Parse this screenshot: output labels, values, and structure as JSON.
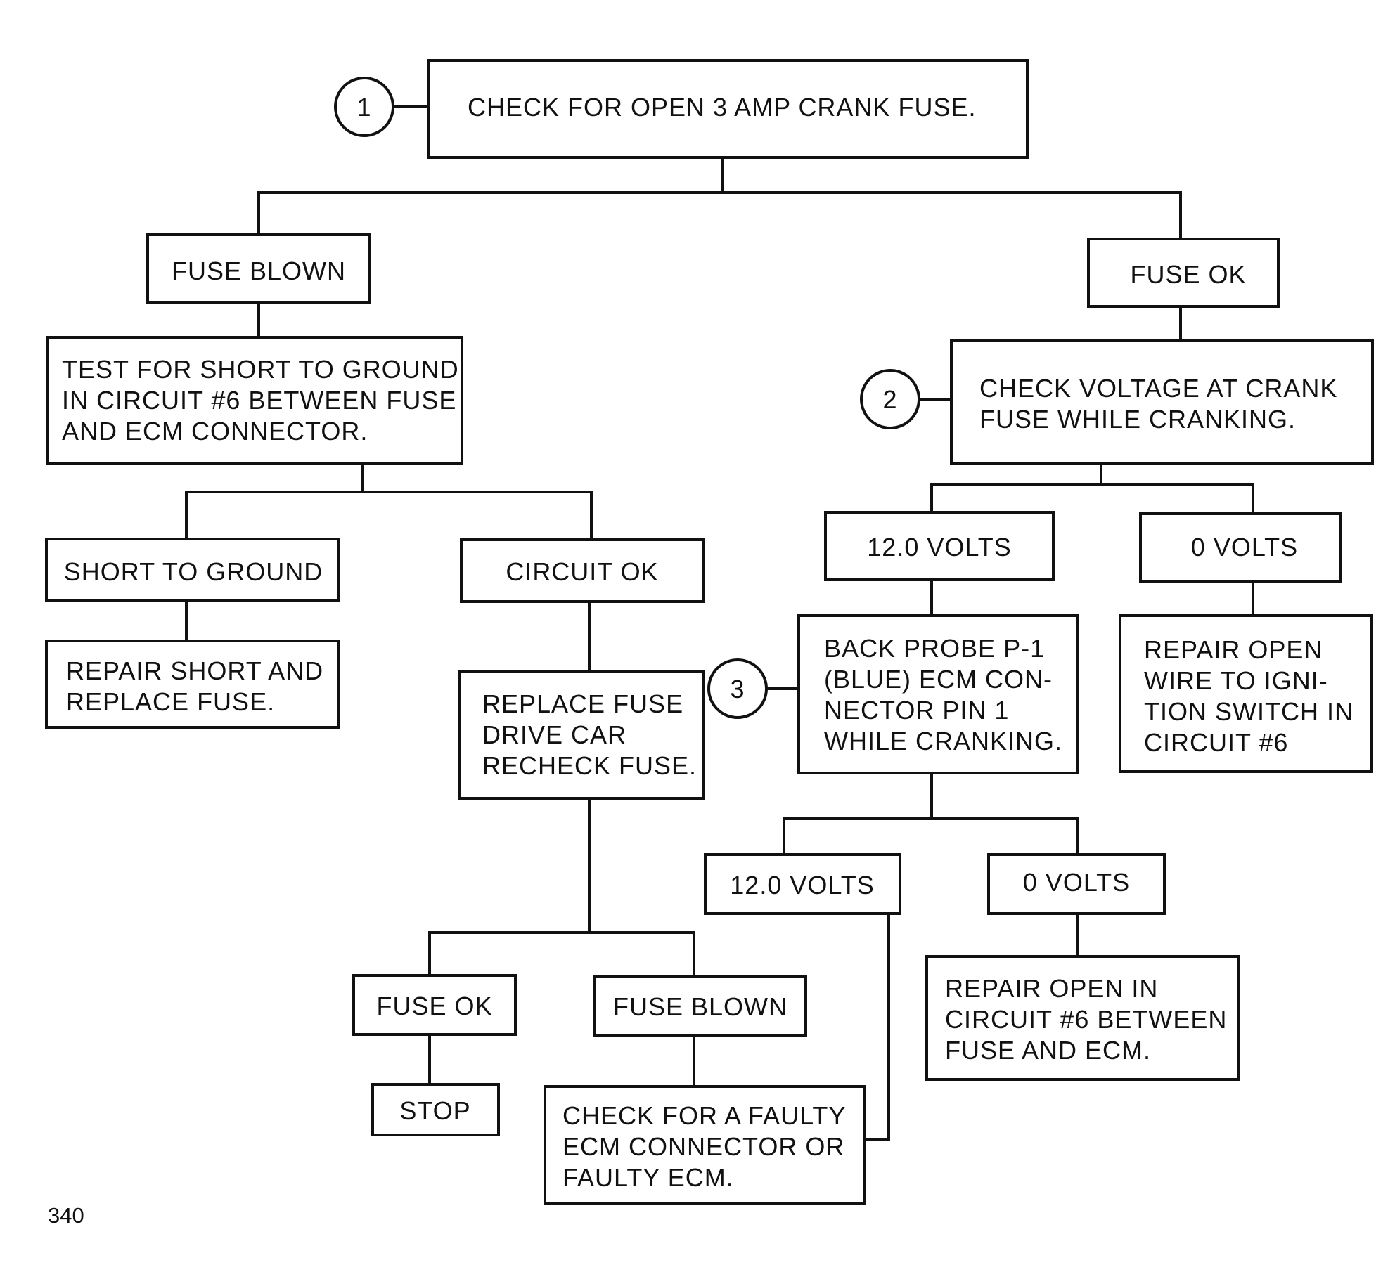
{
  "boxes": {
    "check_fuse": [
      "CHECK FOR OPEN 3 AMP CRANK FUSE."
    ],
    "fuse_blown": [
      "FUSE BLOWN"
    ],
    "test_short": [
      "TEST FOR SHORT TO GROUND",
      "IN CIRCUIT #6 BETWEEN FUSE",
      "AND ECM CONNECTOR."
    ],
    "short_to_ground": [
      "SHORT TO GROUND"
    ],
    "repair_short": [
      "REPAIR SHORT AND",
      "REPLACE FUSE."
    ],
    "circuit_ok": [
      "CIRCUIT OK"
    ],
    "replace_fuse": [
      "REPLACE FUSE",
      "DRIVE CAR",
      "RECHECK FUSE."
    ],
    "fuse_ok_lower": [
      "FUSE OK"
    ],
    "stop": [
      "STOP"
    ],
    "fuse_blown_lower": [
      "FUSE BLOWN"
    ],
    "check_faulty_ecm": [
      "CHECK FOR A FAULTY",
      "ECM CONNECTOR OR",
      "FAULTY ECM."
    ],
    "fuse_ok": [
      "FUSE OK"
    ],
    "check_voltage": [
      "CHECK VOLTAGE AT CRANK",
      "FUSE WHILE CRANKING."
    ],
    "volts_12_upper": [
      "12.0 VOLTS"
    ],
    "volts_0_upper": [
      "0 VOLTS"
    ],
    "back_probe": [
      "BACK PROBE P-1",
      "(BLUE) ECM CON-",
      "NECTOR PIN 1",
      "WHILE CRANKING."
    ],
    "repair_open_wire": [
      "REPAIR OPEN",
      "WIRE TO IGNI-",
      "TION SWITCH IN",
      "CIRCUIT #6"
    ],
    "volts_12_lower": [
      "12.0 VOLTS"
    ],
    "volts_0_lower": [
      "0 VOLTS"
    ],
    "repair_open_circuit": [
      "REPAIR OPEN IN",
      "CIRCUIT #6 BETWEEN",
      "FUSE AND ECM."
    ]
  },
  "markers": {
    "step_1": "1",
    "step_2": "2",
    "step_3": "3"
  },
  "page_number": "340"
}
